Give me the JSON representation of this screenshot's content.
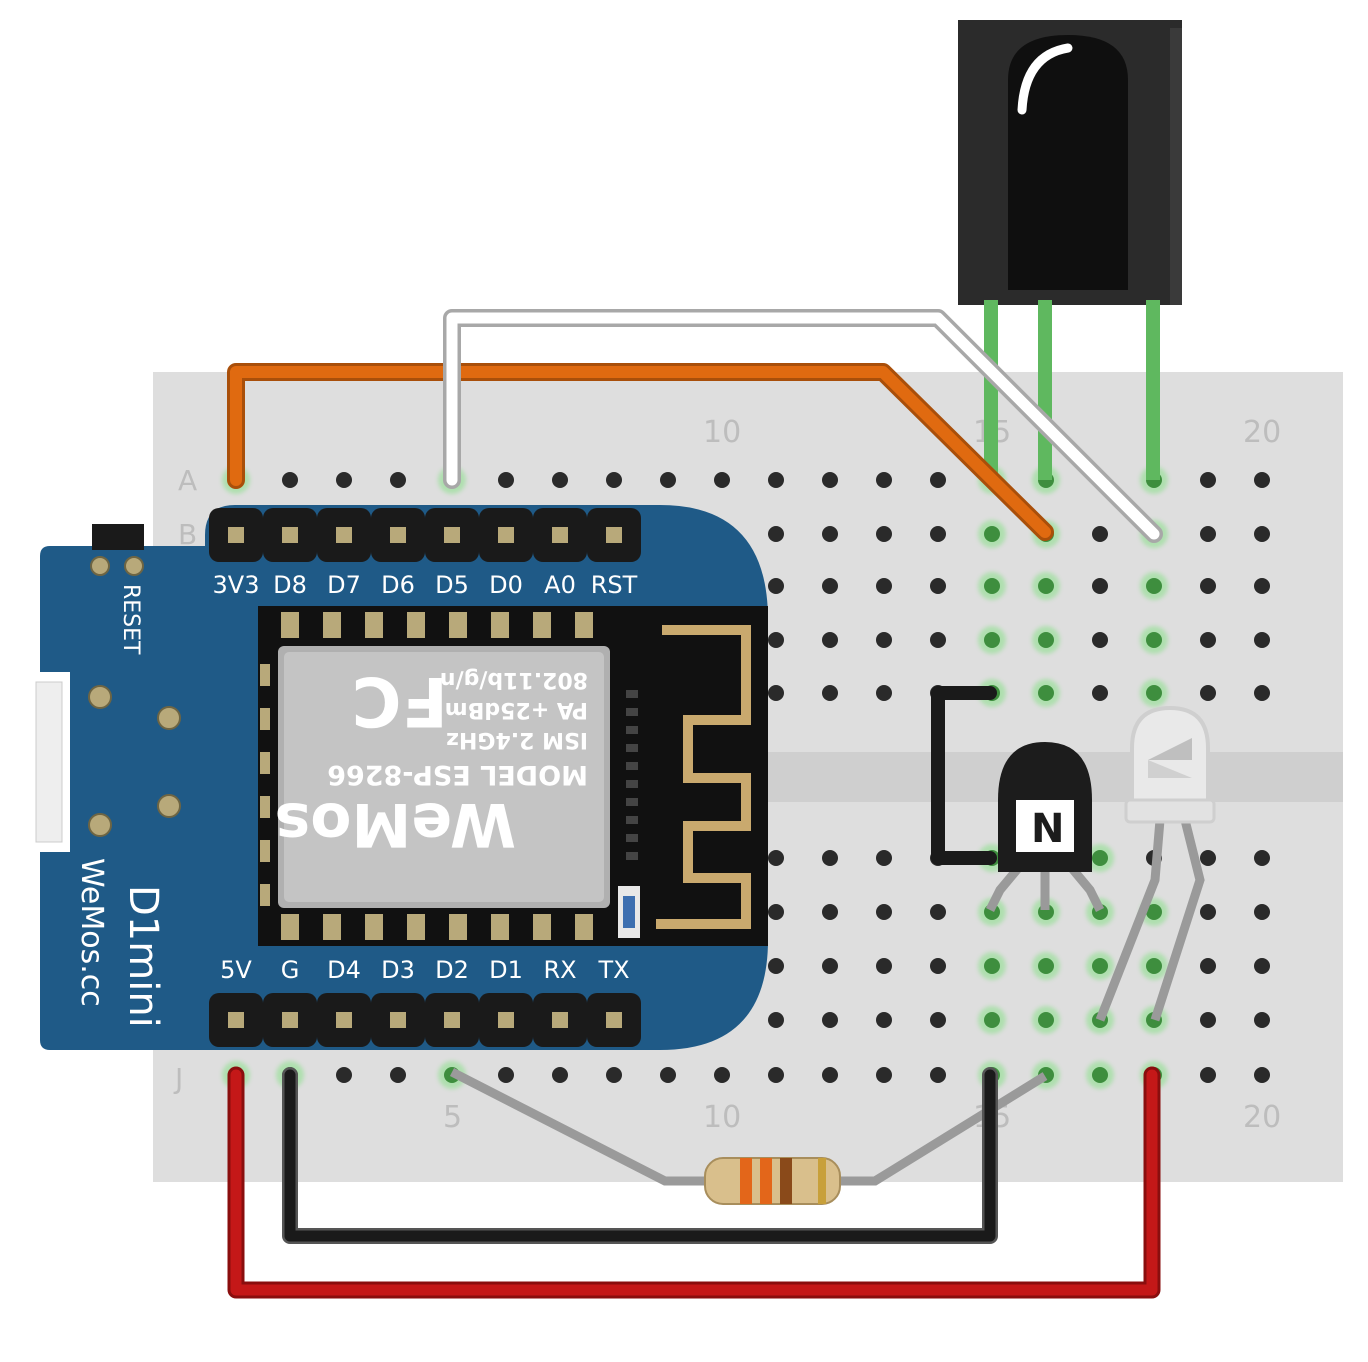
{
  "breadboard": {
    "row_labels": [
      "A",
      "B",
      "J"
    ],
    "column_numbers_top": [
      "10",
      "15",
      "20"
    ],
    "column_numbers_bottom": [
      "5",
      "10",
      "15",
      "20"
    ]
  },
  "board": {
    "reset_label": "RESET",
    "model_name": "D1mini",
    "brand_url": "WeMos.cc",
    "top_pins": [
      "3V3",
      "D8",
      "D7",
      "D6",
      "D5",
      "D0",
      "A0",
      "RST"
    ],
    "bottom_pins": [
      "5V",
      "G",
      "D4",
      "D3",
      "D2",
      "D1",
      "RX",
      "TX"
    ]
  },
  "module": {
    "lines": [
      "MODEL   ESP-8266",
      "ISM 2.4GHz",
      "PA +25dBm",
      "802.11b/g/n"
    ],
    "brand": "WeMos",
    "cert_mark": "FC"
  },
  "transistor": {
    "mark": "N"
  },
  "colors": {
    "board_blue": "#1f5a87",
    "wire_orange": "#e06a10",
    "wire_white": "#ffffff",
    "wire_red": "#c41818",
    "wire_black": "#1a1a1a",
    "lead_green": "#5fb85f",
    "breadboard": "#dddddd"
  }
}
